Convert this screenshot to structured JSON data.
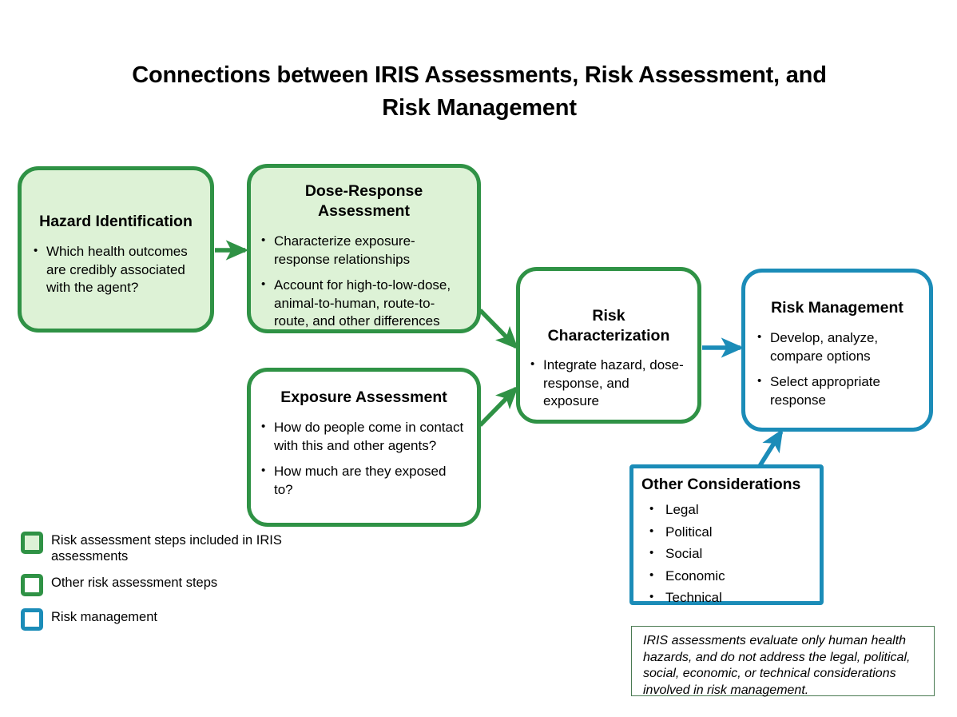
{
  "title": "Connections between IRIS Assessments, Risk Assessment, and Risk Management",
  "colors": {
    "green_border": "#2f9245",
    "green_fill": "#ddf2d6",
    "blue_border": "#1b8cb8",
    "footnote_border": "#4a7a52",
    "text": "#000000",
    "background": "#ffffff"
  },
  "nodes": {
    "hazard_identification": {
      "title": "Hazard Identification",
      "bullets": [
        "Which health outcomes are credibly associated with the agent?"
      ]
    },
    "dose_response": {
      "title": "Dose-Response Assessment",
      "bullets": [
        "Characterize exposure-response relationships",
        "Account for high-to-low-dose, animal-to-human, route-to-route, and other differences"
      ]
    },
    "exposure_assessment": {
      "title": "Exposure Assessment",
      "bullets": [
        "How do people come in contact with this and other agents?",
        "How much are they exposed to?"
      ]
    },
    "risk_characterization": {
      "title": "Risk Characterization",
      "bullets": [
        "Integrate hazard, dose-response, and exposure"
      ]
    },
    "risk_management": {
      "title": "Risk Management",
      "bullets": [
        "Develop, analyze, compare options",
        "Select appropriate response"
      ]
    },
    "other_considerations": {
      "title": "Other Considerations",
      "bullets": [
        "Legal",
        "Political",
        "Social",
        "Economic",
        "Technical"
      ]
    }
  },
  "footnote": {
    "text": "IRIS assessments evaluate only human health hazards, and do not address the legal, political, social, economic, or technical considerations involved in risk management."
  },
  "legend": {
    "items": [
      {
        "label": "Risk assessment steps included in IRIS assessments",
        "style": "green-fill"
      },
      {
        "label": "Other risk assessment steps",
        "style": "green-open"
      },
      {
        "label": "Risk management",
        "style": "blue-open"
      }
    ]
  },
  "connections": [
    {
      "from": "hazard_identification",
      "to": "dose_response",
      "color": "#2f9245"
    },
    {
      "from": "dose_response",
      "to": "risk_characterization",
      "color": "#2f9245"
    },
    {
      "from": "exposure_assessment",
      "to": "risk_characterization",
      "color": "#2f9245"
    },
    {
      "from": "risk_characterization",
      "to": "risk_management",
      "color": "#1b8cb8"
    },
    {
      "from": "other_considerations",
      "to": "risk_management",
      "color": "#1b8cb8"
    }
  ]
}
